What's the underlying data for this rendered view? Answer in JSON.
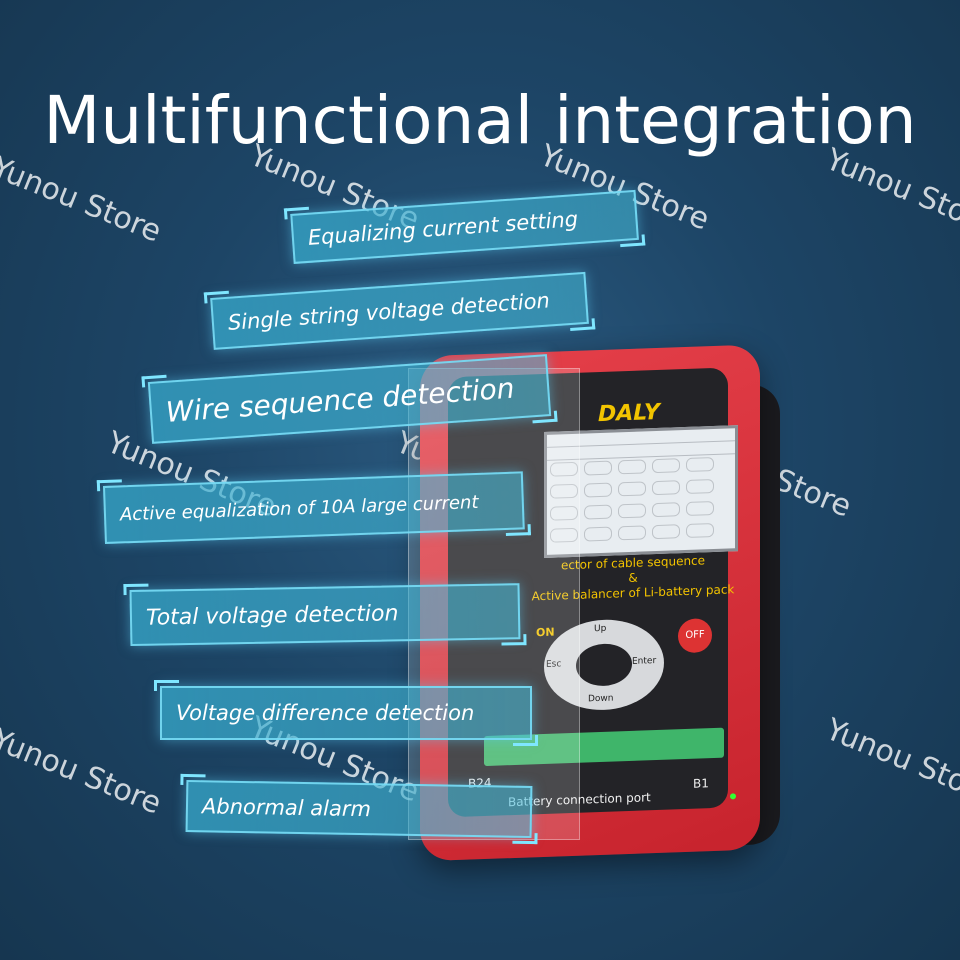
{
  "title": "Multifunctional integration",
  "watermark": "Yunou Store",
  "features": [
    "Equalizing current setting",
    "Single string voltage detection",
    "Wire sequence detection",
    "Active equalization of 10A large current",
    "Total voltage detection",
    "Voltage difference detection",
    "Abnormal alarm"
  ],
  "device": {
    "brand": "DALY",
    "caption_line1": "ector of cable sequence",
    "caption_line2": "&",
    "caption_line3": "Active balancer of Li-battery pack",
    "btn_on": "ON",
    "btn_off": "OFF",
    "btn_up": "Up",
    "btn_esc": "Esc",
    "btn_enter": "Enter",
    "btn_down": "Down",
    "terminal_left": "B24",
    "terminal_right": "B1",
    "port_label": "Battery connection port"
  }
}
